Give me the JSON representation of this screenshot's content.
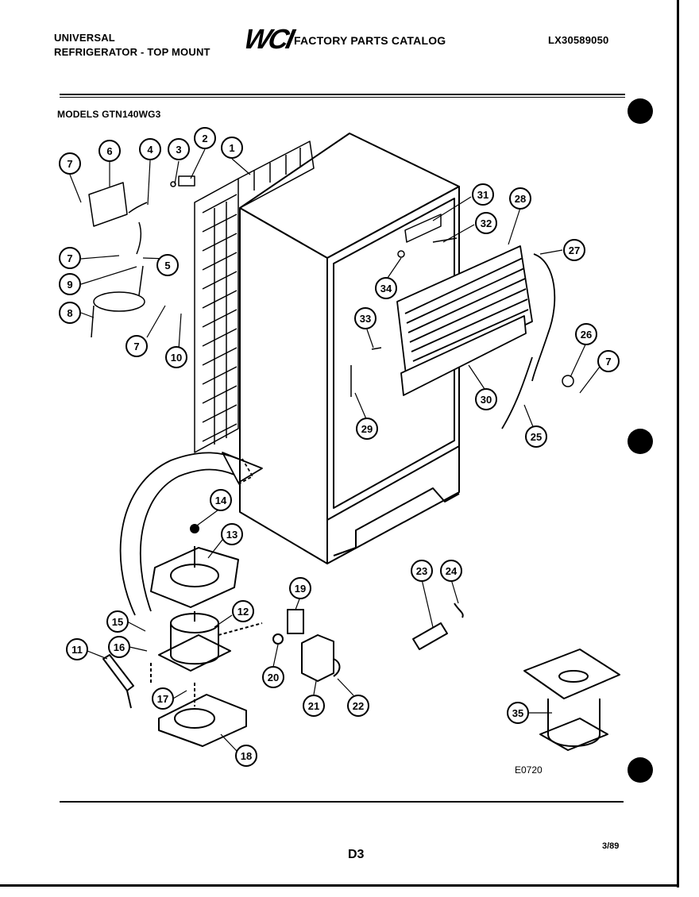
{
  "header": {
    "line1": "UNIVERSAL",
    "line2": "REFRIGERATOR - TOP MOUNT",
    "logo": "WCI",
    "catalog_title": "FACTORY PARTS CATALOG",
    "catalog_number": "LX30589050"
  },
  "models_label": "MODELS GTN140WG3",
  "figure_code": "E0720",
  "page_code": "D3",
  "date": "3/89",
  "callouts": [
    "7",
    "6",
    "4",
    "3",
    "2",
    "1",
    "7",
    "5",
    "9",
    "8",
    "7",
    "10",
    "31",
    "28",
    "32",
    "27",
    "34",
    "33",
    "29",
    "26",
    "7",
    "30",
    "25",
    "14",
    "13",
    "19",
    "12",
    "15",
    "16",
    "11",
    "17",
    "20",
    "21",
    "22",
    "18",
    "23",
    "24",
    "35"
  ]
}
